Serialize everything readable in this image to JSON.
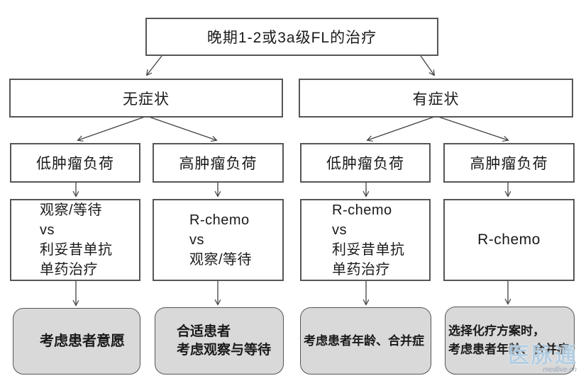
{
  "palette": {
    "box_border": "#565656",
    "arrow_line": "#404040",
    "outcome_fill": "#d9d9d9",
    "text": "#1a1a1a",
    "watermark_blue": "#a8c7de"
  },
  "root": {
    "label": "晚期1-2或3a级FL的治疗"
  },
  "branches": [
    {
      "label": "无症状"
    },
    {
      "label": "有症状"
    }
  ],
  "burden_nodes": [
    {
      "label": "低肿瘤负荷"
    },
    {
      "label": "高肿瘤负荷"
    },
    {
      "label": "低肿瘤负荷"
    },
    {
      "label": "高肿瘤负荷"
    }
  ],
  "treatment_nodes": [
    {
      "lines": [
        "观察/等待",
        "vs",
        "利妥昔单抗",
        "单药治疗"
      ]
    },
    {
      "lines": [
        "R-chemo",
        "vs",
        "观察/等待"
      ]
    },
    {
      "lines": [
        "R-chemo",
        "vs",
        "利妥昔单抗",
        "单药治疗"
      ]
    },
    {
      "lines": [
        "R-chemo"
      ]
    }
  ],
  "outcome_nodes": [
    {
      "lines": [
        "考虑患者意愿"
      ]
    },
    {
      "lines": [
        "合适患者",
        "考虑观察与等待"
      ]
    },
    {
      "lines": [
        "考虑患者年龄、合并症"
      ]
    },
    {
      "lines": [
        "选择化疗方案时，",
        "考虑患者年龄、合并症"
      ]
    }
  ],
  "watermark": {
    "logo": "医脉通",
    "domain": "medlive.cn"
  }
}
